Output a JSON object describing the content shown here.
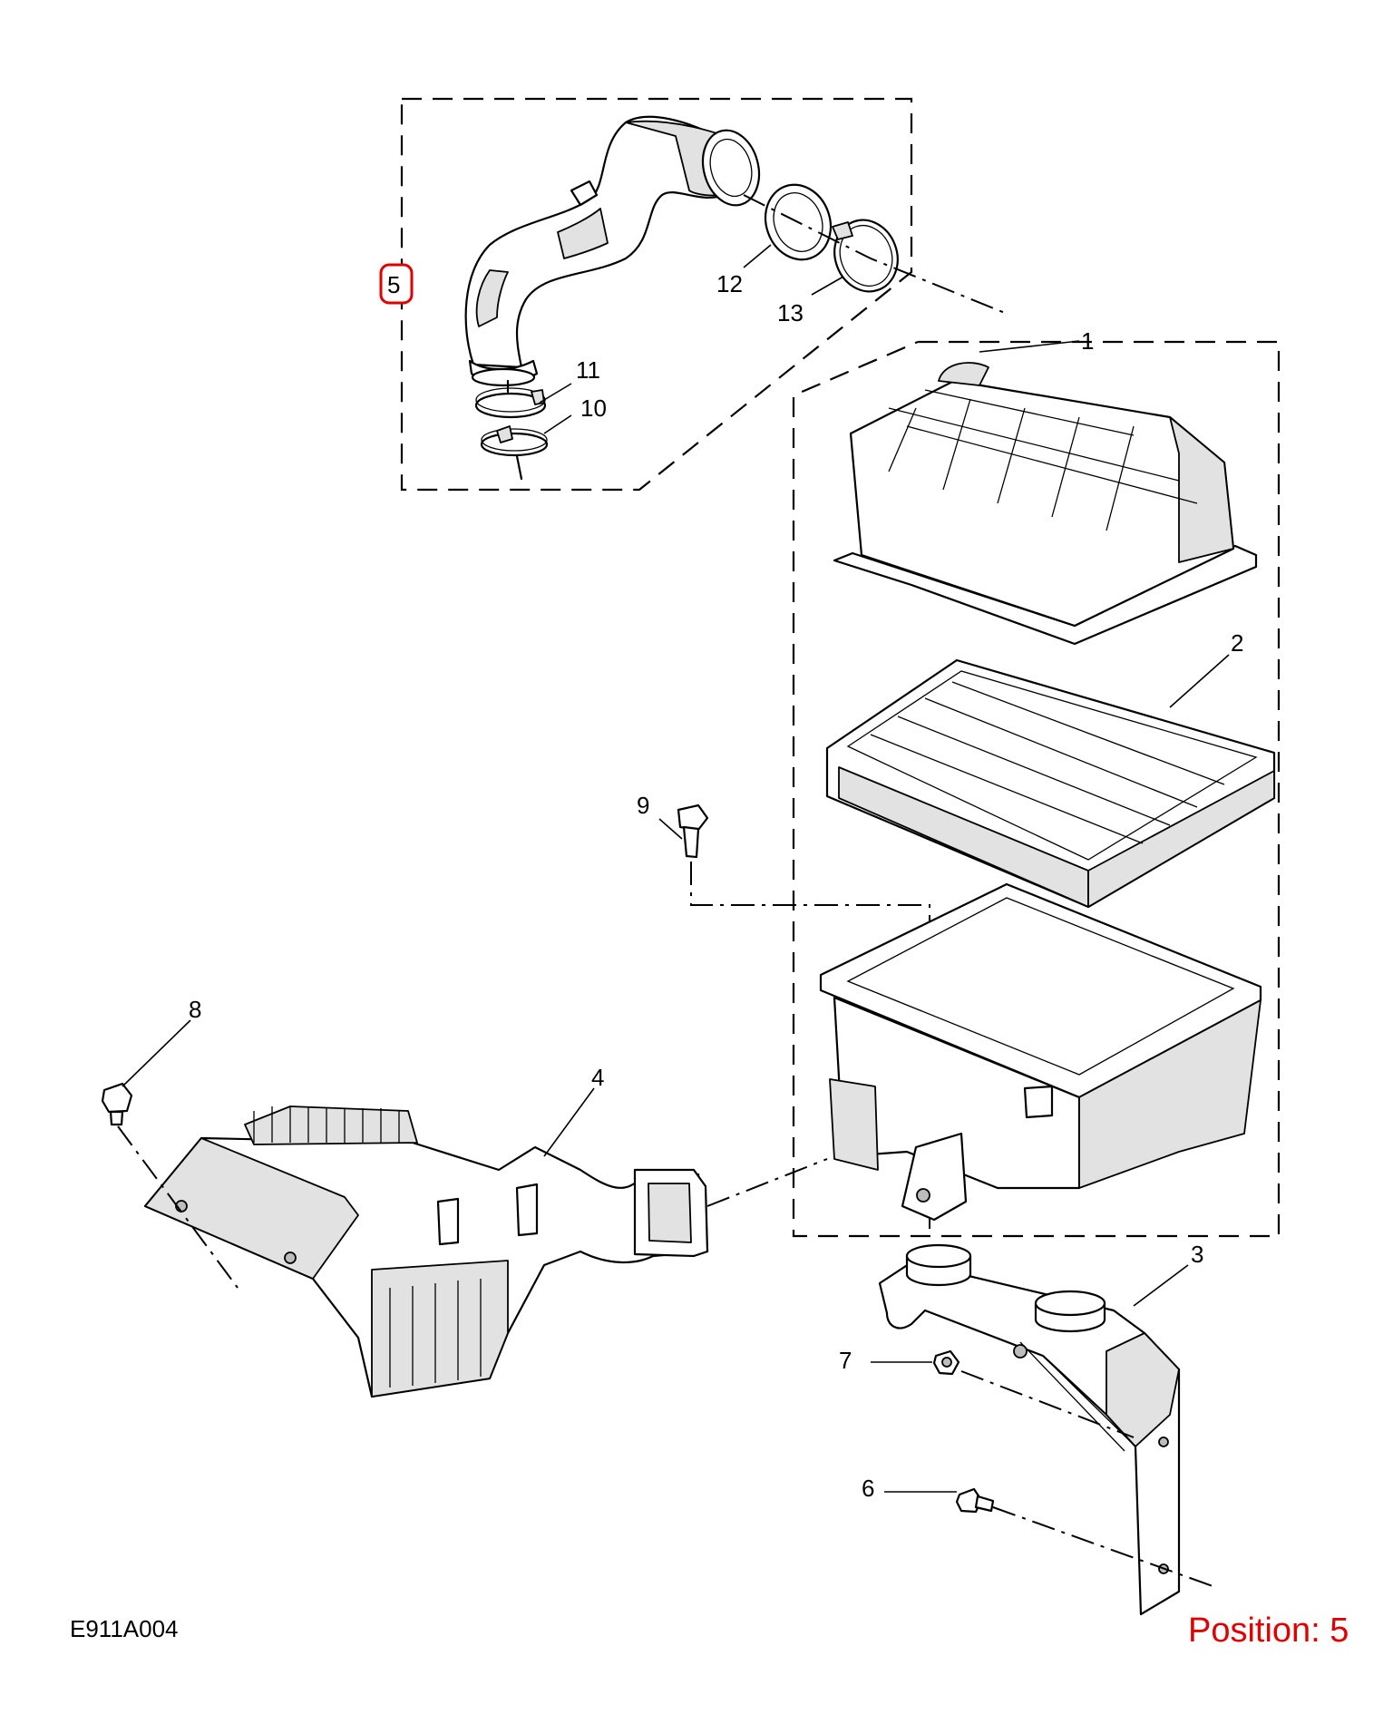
{
  "diagram_code": "E911A004",
  "position_label": "Position: 5",
  "highlight_color": "#e00000",
  "callouts": [
    "1",
    "2",
    "3",
    "4",
    "5",
    "6",
    "7",
    "8",
    "9",
    "10",
    "11",
    "12",
    "13"
  ],
  "highlighted_callout": "5"
}
